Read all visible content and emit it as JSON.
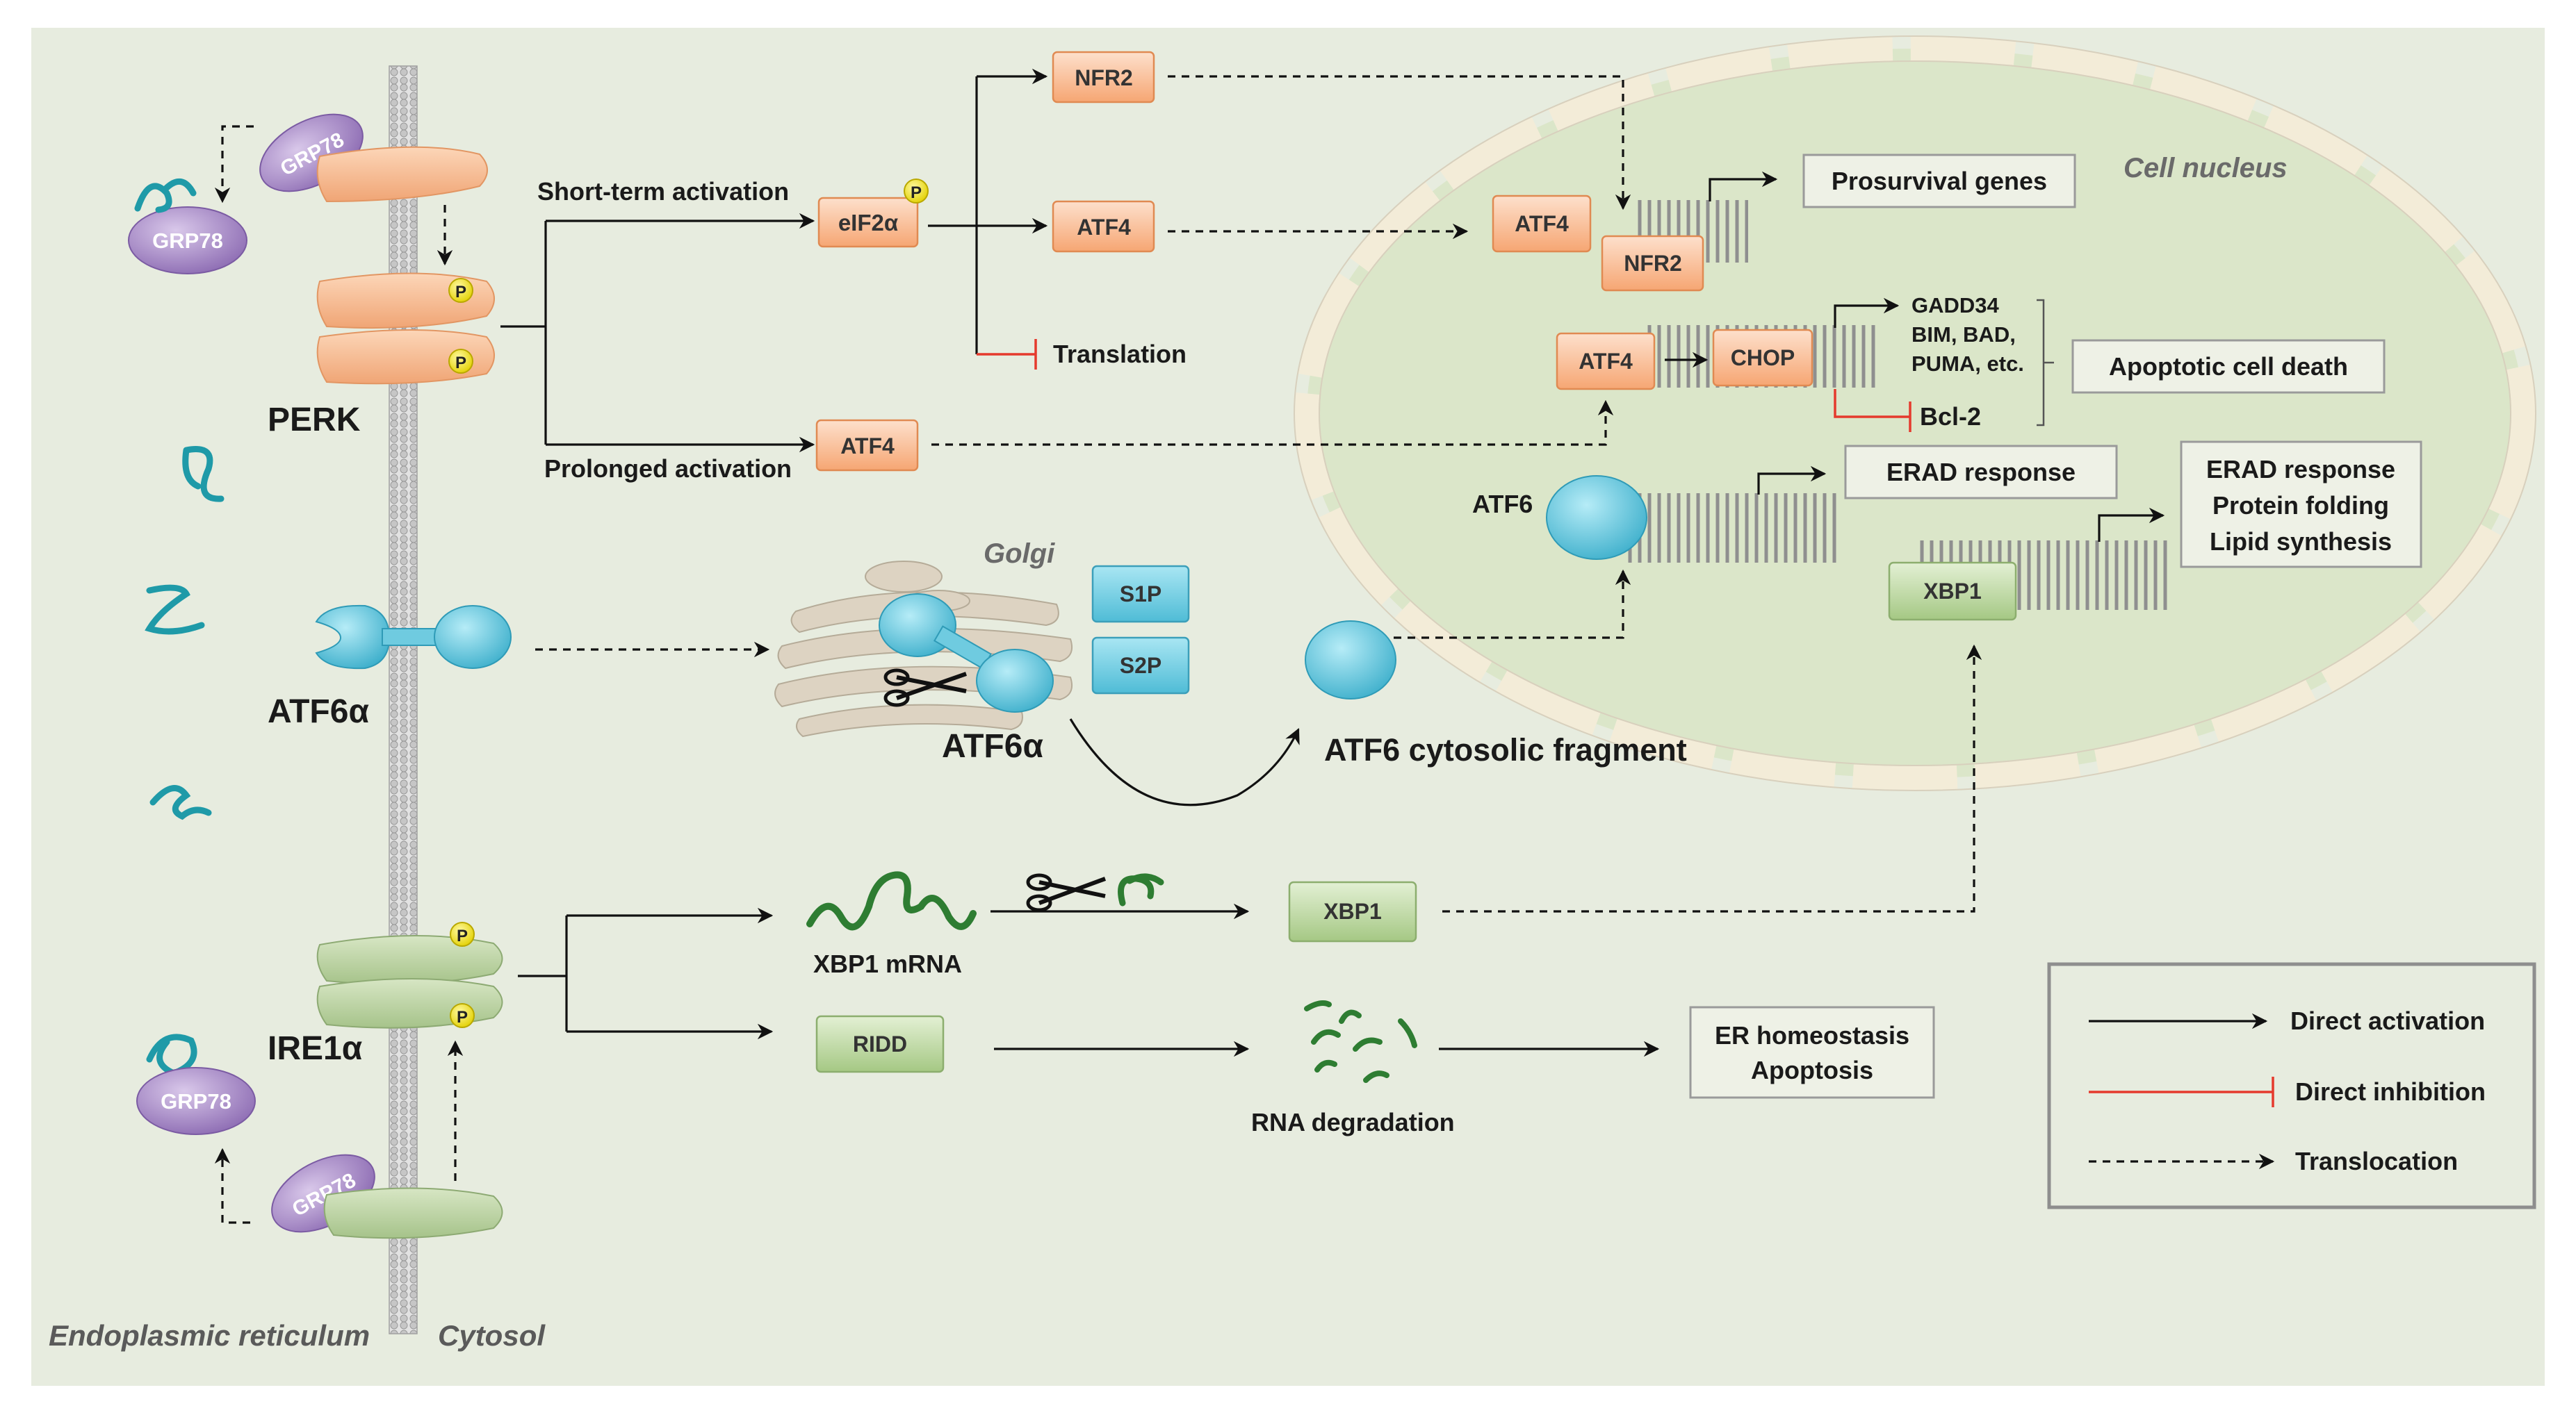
{
  "compartments": {
    "er": "Endoplasmic reticulum",
    "cytosol": "Cytosol",
    "nucleus": "Cell nucleus",
    "golgi": "Golgi"
  },
  "receptors": {
    "perk": "PERK",
    "atf6a": "ATF6α",
    "ire1a": "IRE1α",
    "grp78": "GRP78",
    "phospho": "P"
  },
  "perk_branch": {
    "short_term": "Short-term activation",
    "prolonged": "Prolonged activation",
    "eif2a": "eIF2α",
    "nfr2": "NFR2",
    "atf4": "ATF4",
    "translation": "Translation"
  },
  "atf6_branch": {
    "s1p": "S1P",
    "s2p": "S2P",
    "golgi_atf6a": "ATF6α",
    "cytosolic_fragment": "ATF6 cytosolic fragment",
    "nuclear_atf6": "ATF6"
  },
  "ire1_branch": {
    "xbp1_mrna": "XBP1 mRNA",
    "xbp1": "XBP1",
    "ridd": "RIDD",
    "rna_degradation": "RNA degradation",
    "outcome_line1": "ER homeostasis",
    "outcome_line2": "Apoptosis"
  },
  "nucleus": {
    "atf4": "ATF4",
    "nfr2": "NFR2",
    "chop": "CHOP",
    "xbp1": "XBP1",
    "prosurvival": "Prosurvival genes",
    "gene_list_1": "GADD34",
    "gene_list_2": "BIM, BAD,",
    "gene_list_3": "PUMA, etc.",
    "bcl2": "Bcl-2",
    "apoptotic": "Apoptotic cell death",
    "erad": "ERAD response",
    "xbp1_out_1": "ERAD response",
    "xbp1_out_2": "Protein folding",
    "xbp1_out_3": "Lipid synthesis"
  },
  "legend": {
    "direct_activation": "Direct activation",
    "direct_inhibition": "Direct inhibition",
    "translocation": "Translocation"
  },
  "colors": {
    "background": "#e7ecdf",
    "orange_box": "#f8b98f",
    "green_box": "#b7d59a",
    "blue_box": "#72cfe4",
    "grp78": "#a98cc7",
    "nucleus_fill": "#dbe6c9",
    "inhibition": "#e53a2d"
  }
}
